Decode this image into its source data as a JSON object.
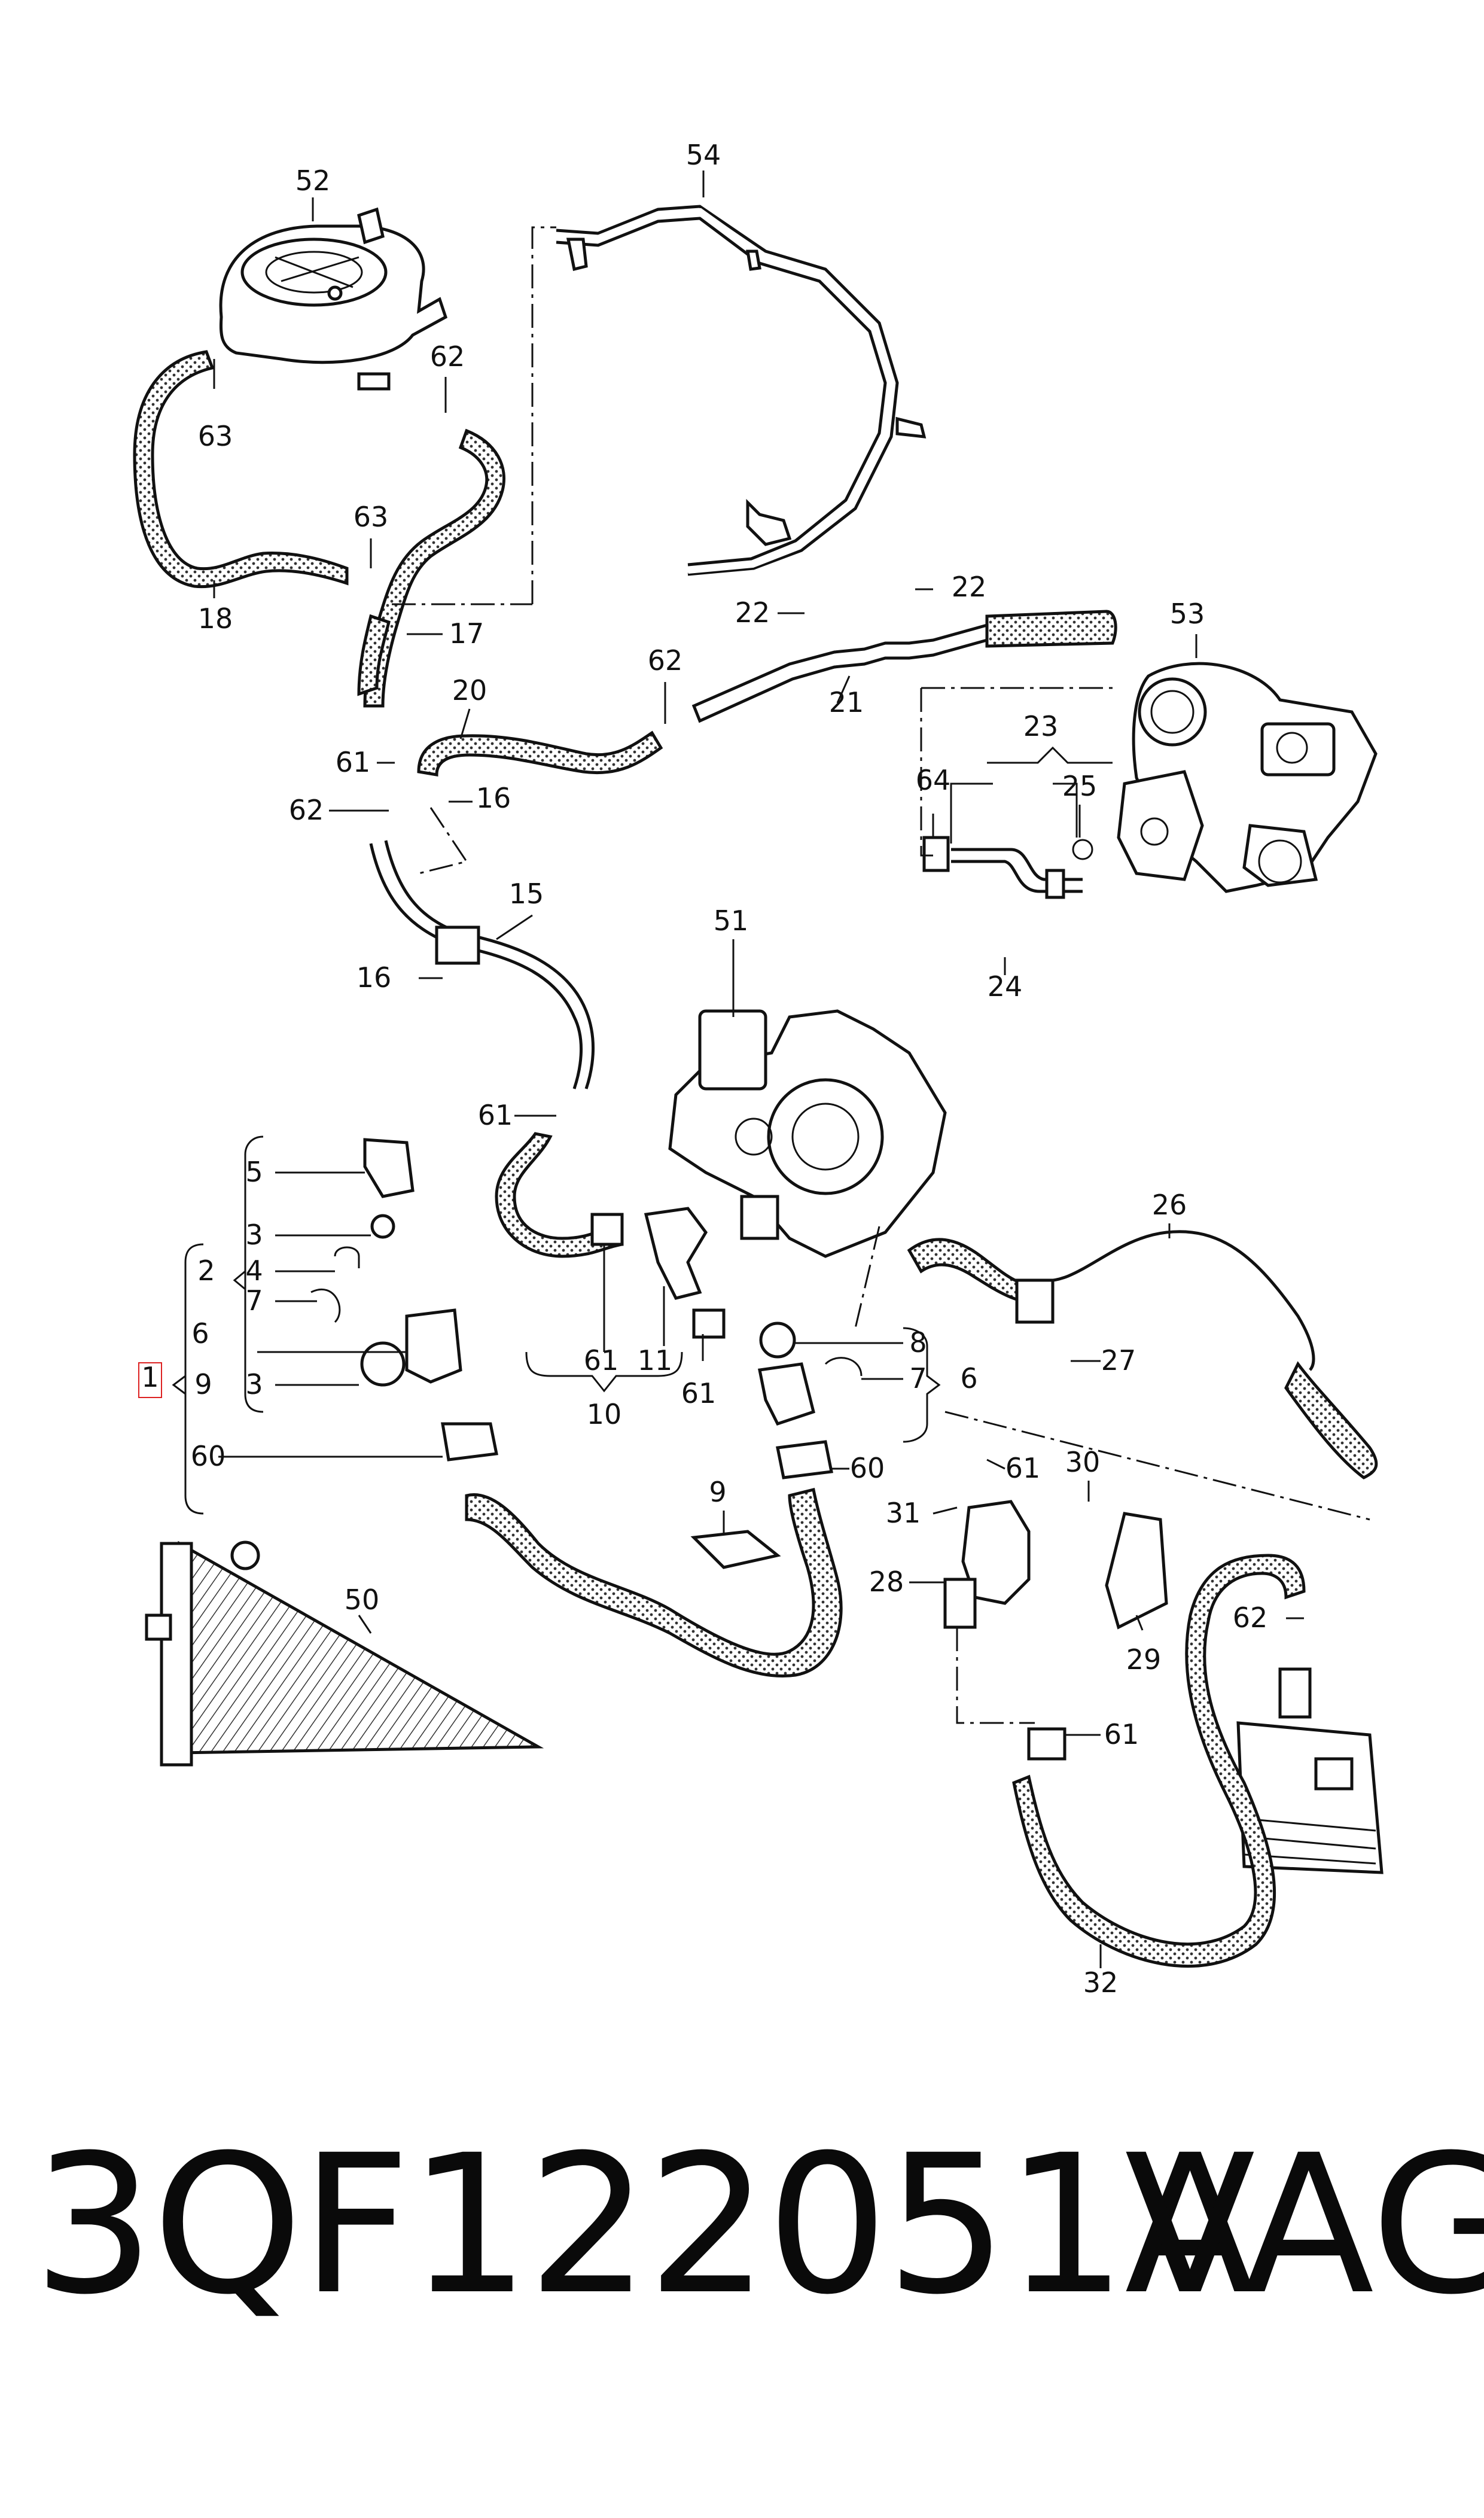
{
  "diagram": {
    "callouts": [
      {
        "id": "52",
        "text": "52"
      },
      {
        "id": "54",
        "text": "54"
      },
      {
        "id": "62a",
        "text": "62"
      },
      {
        "id": "63a",
        "text": "63"
      },
      {
        "id": "63b",
        "text": "63"
      },
      {
        "id": "18",
        "text": "18"
      },
      {
        "id": "17",
        "text": "17"
      },
      {
        "id": "20",
        "text": "20"
      },
      {
        "id": "22a",
        "text": "22"
      },
      {
        "id": "22b",
        "text": "22"
      },
      {
        "id": "62b",
        "text": "62"
      },
      {
        "id": "21",
        "text": "21"
      },
      {
        "id": "53",
        "text": "53"
      },
      {
        "id": "61a",
        "text": "61"
      },
      {
        "id": "62c",
        "text": "62"
      },
      {
        "id": "16a",
        "text": "16"
      },
      {
        "id": "23",
        "text": "23"
      },
      {
        "id": "64",
        "text": "64"
      },
      {
        "id": "25",
        "text": "25"
      },
      {
        "id": "24",
        "text": "24"
      },
      {
        "id": "15",
        "text": "15"
      },
      {
        "id": "16b",
        "text": "16"
      },
      {
        "id": "51",
        "text": "51"
      },
      {
        "id": "61b",
        "text": "61"
      },
      {
        "id": "5",
        "text": "5"
      },
      {
        "id": "3a",
        "text": "3"
      },
      {
        "id": "2",
        "text": "2"
      },
      {
        "id": "4",
        "text": "4"
      },
      {
        "id": "7a",
        "text": "7"
      },
      {
        "id": "6a",
        "text": "6"
      },
      {
        "id": "1",
        "text": "1"
      },
      {
        "id": "9a",
        "text": "9"
      },
      {
        "id": "3b",
        "text": "3"
      },
      {
        "id": "60a",
        "text": "60"
      },
      {
        "id": "61c",
        "text": "61"
      },
      {
        "id": "11",
        "text": "11"
      },
      {
        "id": "61d",
        "text": "61"
      },
      {
        "id": "10",
        "text": "10"
      },
      {
        "id": "26",
        "text": "26"
      },
      {
        "id": "27",
        "text": "27"
      },
      {
        "id": "8",
        "text": "8"
      },
      {
        "id": "7b",
        "text": "7"
      },
      {
        "id": "6b",
        "text": "6"
      },
      {
        "id": "60b",
        "text": "60"
      },
      {
        "id": "61e",
        "text": "61"
      },
      {
        "id": "30",
        "text": "30"
      },
      {
        "id": "31",
        "text": "31"
      },
      {
        "id": "9b",
        "text": "9"
      },
      {
        "id": "50",
        "text": "50"
      },
      {
        "id": "28",
        "text": "28"
      },
      {
        "id": "62d",
        "text": "62"
      },
      {
        "id": "29",
        "text": "29"
      },
      {
        "id": "61f",
        "text": "61"
      },
      {
        "id": "32",
        "text": "32"
      }
    ]
  },
  "footer": {
    "part_number": "3QF122051A",
    "brand": "VAG"
  }
}
